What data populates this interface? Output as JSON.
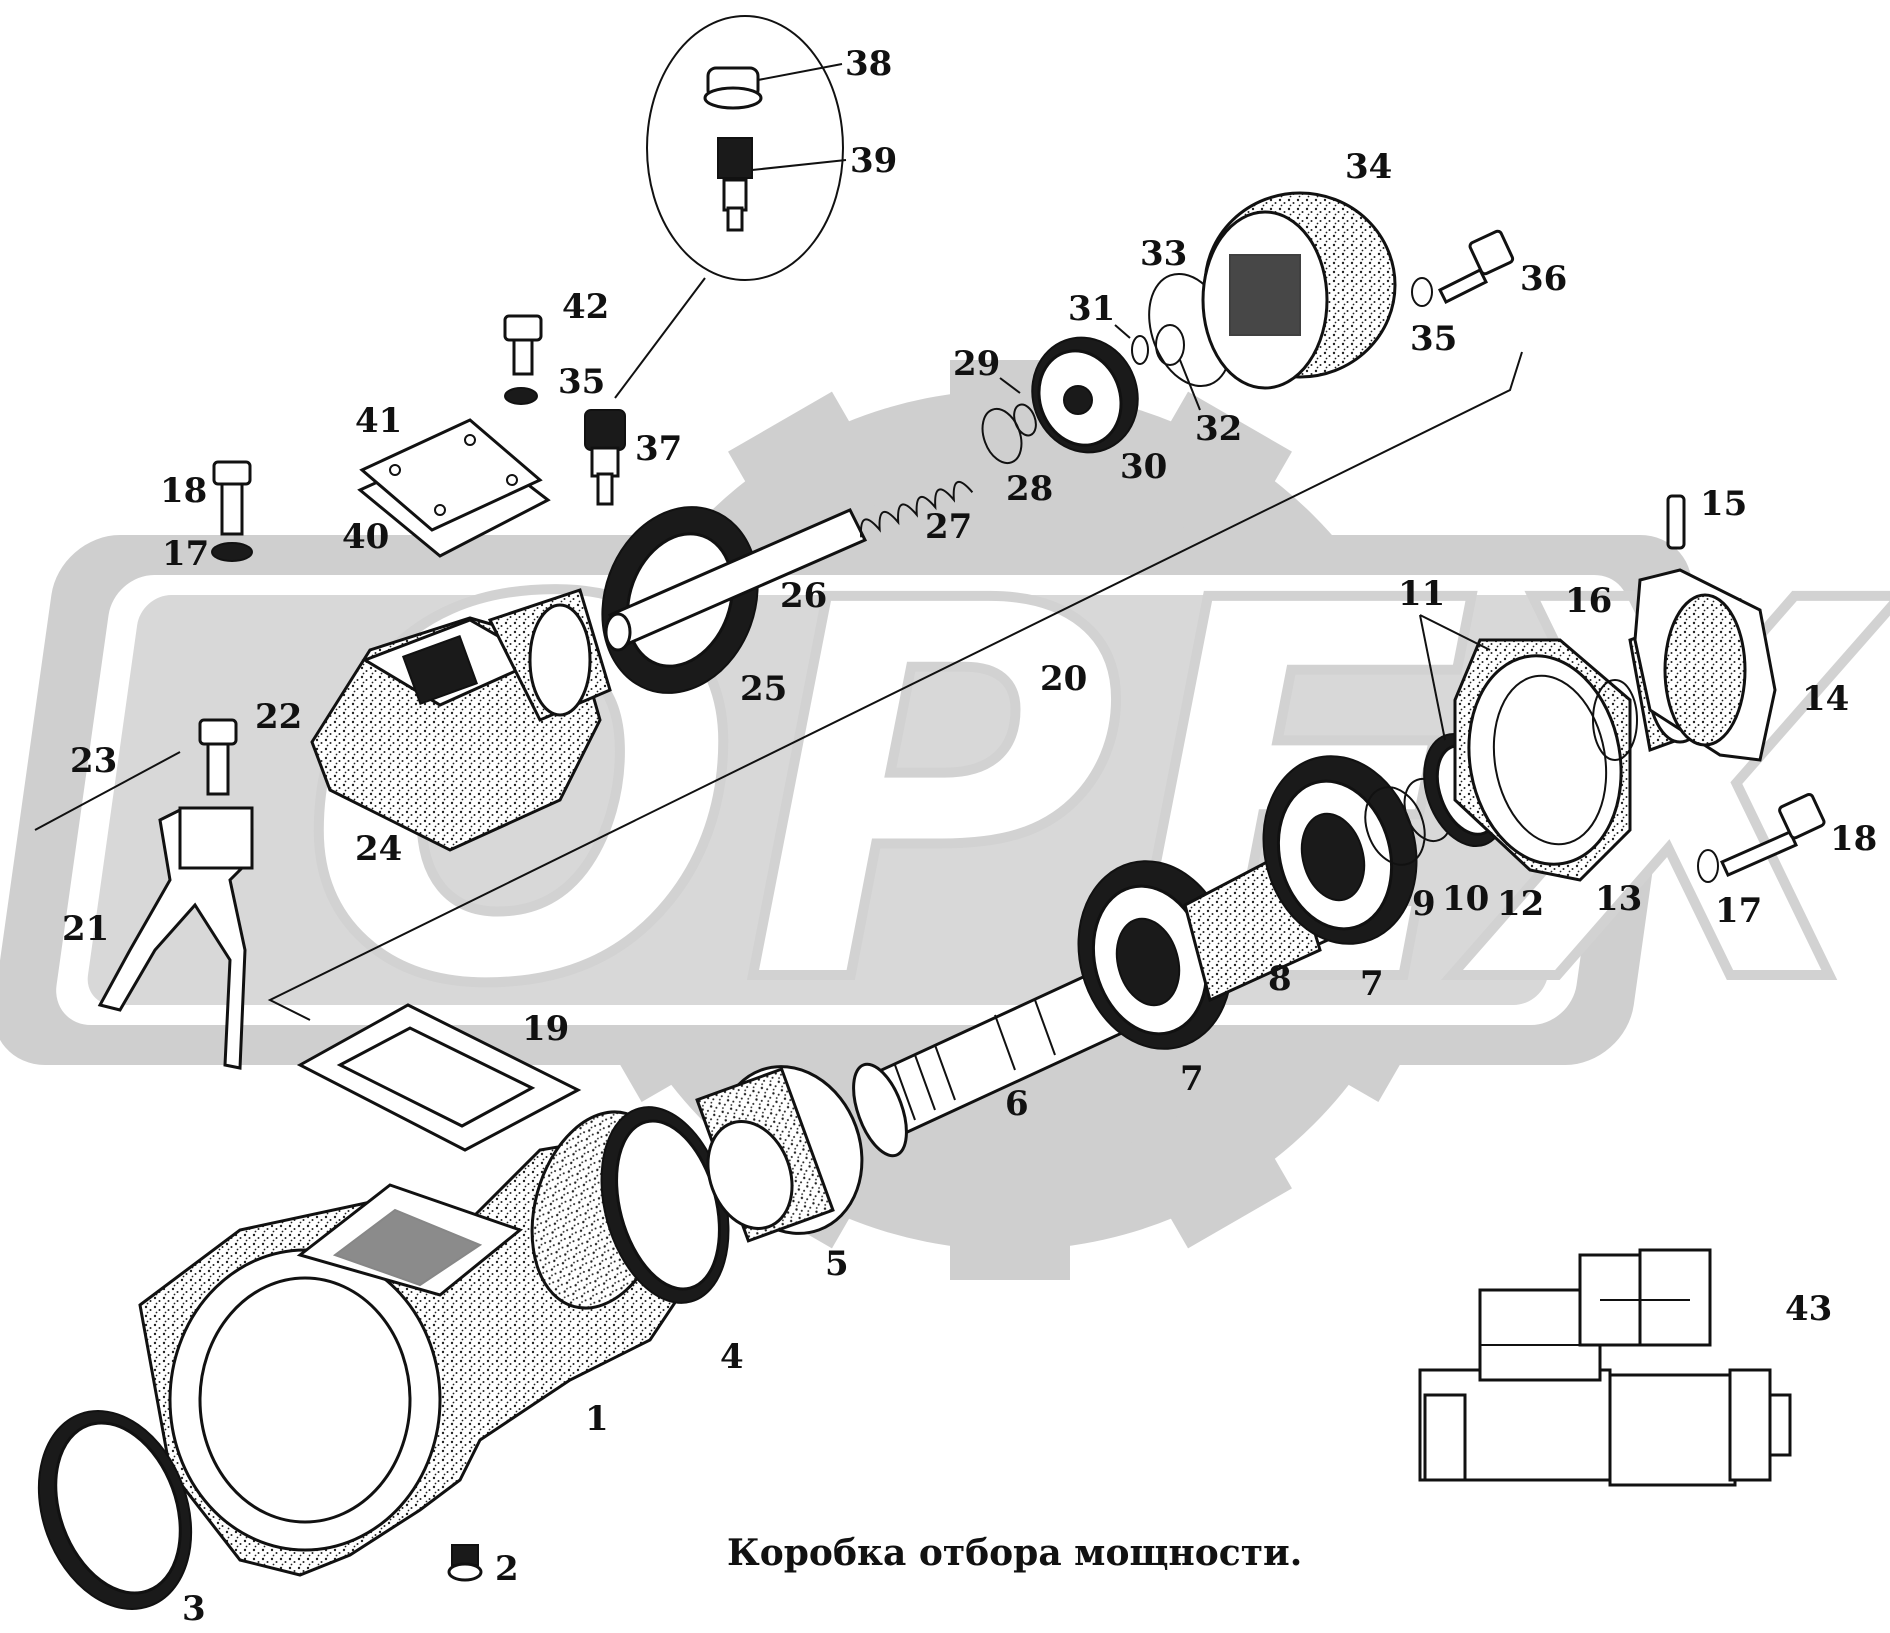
{
  "caption": "Коробка отбора мощности.",
  "watermark": "OPEX",
  "colors": {
    "line": "#111111",
    "watermark_fill": "#cfcfcf",
    "background": "#ffffff"
  },
  "parts": [
    {
      "id": 1,
      "label": "1"
    },
    {
      "id": 2,
      "label": "2"
    },
    {
      "id": 3,
      "label": "3"
    },
    {
      "id": 4,
      "label": "4"
    },
    {
      "id": 5,
      "label": "5"
    },
    {
      "id": 6,
      "label": "6"
    },
    {
      "id": 7,
      "label": "7"
    },
    {
      "id": 8,
      "label": "8"
    },
    {
      "id": 9,
      "label": "9"
    },
    {
      "id": 10,
      "label": "10"
    },
    {
      "id": 11,
      "label": "11"
    },
    {
      "id": 12,
      "label": "12"
    },
    {
      "id": 13,
      "label": "13"
    },
    {
      "id": 14,
      "label": "14"
    },
    {
      "id": 15,
      "label": "15"
    },
    {
      "id": 16,
      "label": "16"
    },
    {
      "id": 17,
      "label": "17"
    },
    {
      "id": 18,
      "label": "18"
    },
    {
      "id": 19,
      "label": "19"
    },
    {
      "id": 20,
      "label": "20"
    },
    {
      "id": 21,
      "label": "21"
    },
    {
      "id": 22,
      "label": "22"
    },
    {
      "id": 23,
      "label": "23"
    },
    {
      "id": 24,
      "label": "24"
    },
    {
      "id": 25,
      "label": "25"
    },
    {
      "id": 26,
      "label": "26"
    },
    {
      "id": 27,
      "label": "27"
    },
    {
      "id": 28,
      "label": "28"
    },
    {
      "id": 29,
      "label": "29"
    },
    {
      "id": 30,
      "label": "30"
    },
    {
      "id": 31,
      "label": "31"
    },
    {
      "id": 32,
      "label": "32"
    },
    {
      "id": 33,
      "label": "33"
    },
    {
      "id": 34,
      "label": "34"
    },
    {
      "id": 35,
      "label": "35"
    },
    {
      "id": 36,
      "label": "36"
    },
    {
      "id": 37,
      "label": "37"
    },
    {
      "id": 38,
      "label": "38"
    },
    {
      "id": 39,
      "label": "39"
    },
    {
      "id": 40,
      "label": "40"
    },
    {
      "id": 41,
      "label": "41"
    },
    {
      "id": 42,
      "label": "42"
    },
    {
      "id": 43,
      "label": "43"
    }
  ]
}
